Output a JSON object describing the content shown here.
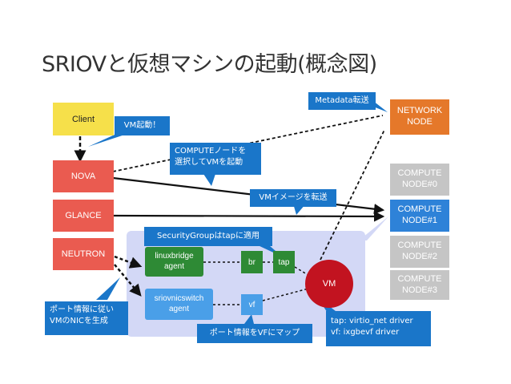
{
  "title": "SRIOVと仮想マシンの起動(概念図)",
  "nodes": {
    "client": "Client",
    "nova": "NOVA",
    "glance": "GLANCE",
    "neutron": "NEUTRON",
    "network_node": "NETWORK\nNODE",
    "compute0": "COMPUTE\nNODE#0",
    "compute1": "COMPUTE\nNODE#1",
    "compute2": "COMPUTE\nNODE#2",
    "compute3": "COMPUTE\nNODE#3",
    "linuxbridge": "linuxbridge\nagent",
    "sriovnicswitch": "sriovnicswitch\nagent",
    "br": "br",
    "tap": "tap",
    "vf": "vf",
    "vm": "VM"
  },
  "callouts": {
    "metadata": "Metadata転送",
    "vm_boot": "VM起動！",
    "select_compute": "COMPUTEノードを\n選択してVMを起動",
    "image_transfer": "VMイメージを転送",
    "security_group": "SecurityGroupはtapに適用",
    "port_info": "ポート情報に従い\nVMのNICを生成",
    "map_vf": "ポート情報をVFにマップ",
    "drivers": "tap: virtio_net driver\nvf: ixgbevf driver"
  },
  "colors": {
    "client": "#f6e04a",
    "control": "#ea5b50",
    "network_node": "#e5782a",
    "compute_inactive": "#c5c5c5",
    "compute_active": "#2e82d8",
    "agent": "#2e8a35",
    "sriov_agent": "#4a9fe8",
    "vm": "#c21320",
    "callout": "#1a76c9",
    "region": "#d3d8f6"
  }
}
